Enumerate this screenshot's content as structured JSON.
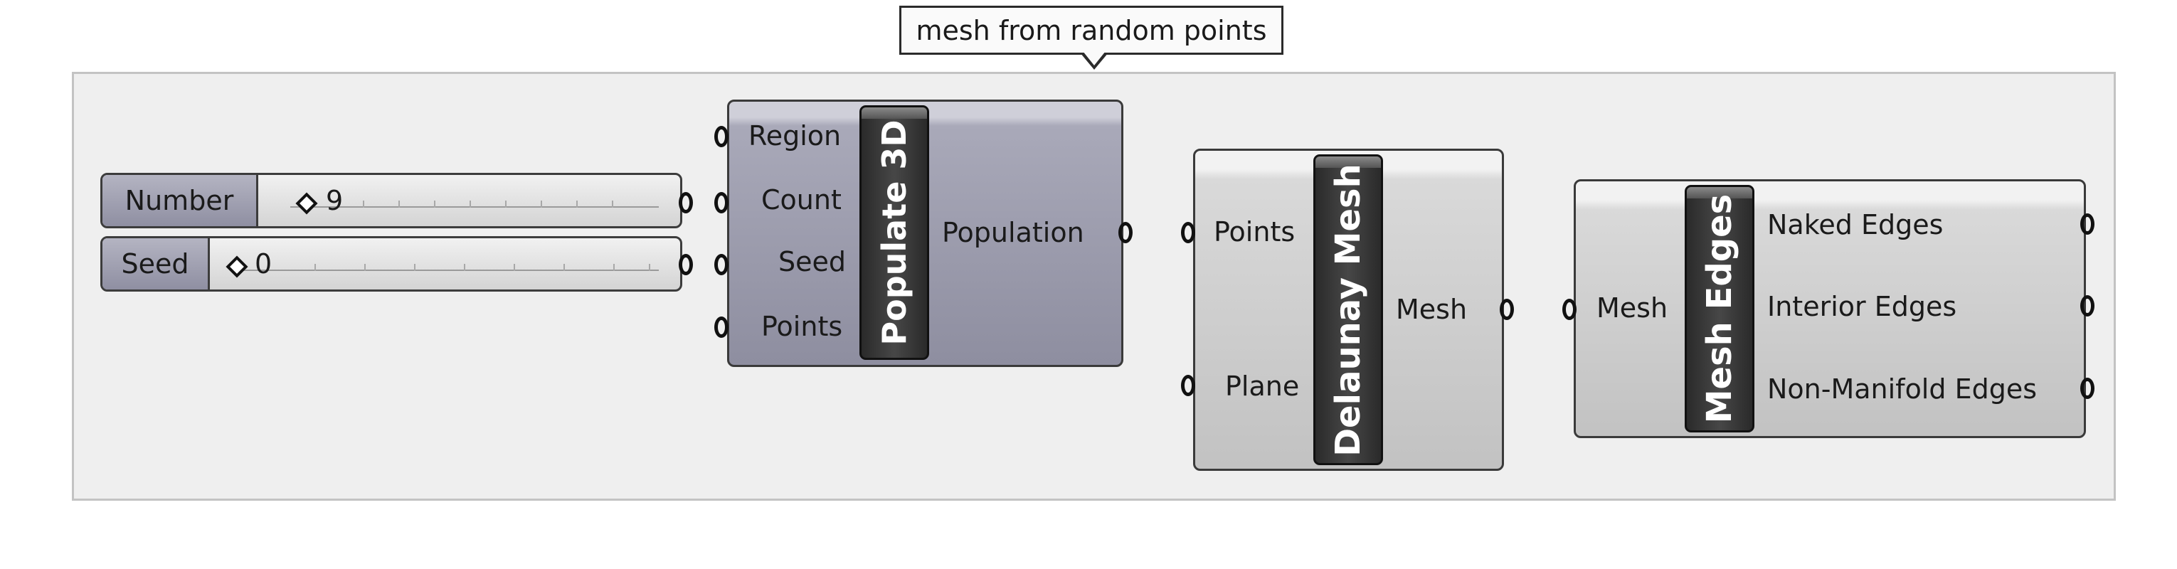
{
  "group": {
    "label": "mesh from random points"
  },
  "sliders": [
    {
      "name": "Number",
      "value": "9"
    },
    {
      "name": "Seed",
      "value": "0"
    }
  ],
  "components": {
    "populate": {
      "title": "Populate 3D",
      "inputs": [
        "Region",
        "Count",
        "Seed",
        "Points"
      ],
      "outputs": [
        "Population"
      ]
    },
    "delaunay": {
      "title": "Delaunay Mesh",
      "inputs": [
        "Points",
        "Plane"
      ],
      "outputs": [
        "Mesh"
      ]
    },
    "edges": {
      "title": "Mesh Edges",
      "inputs": [
        "Mesh"
      ],
      "outputs": [
        "Naked Edges",
        "Interior Edges",
        "Non-Manifold Edges"
      ]
    }
  }
}
